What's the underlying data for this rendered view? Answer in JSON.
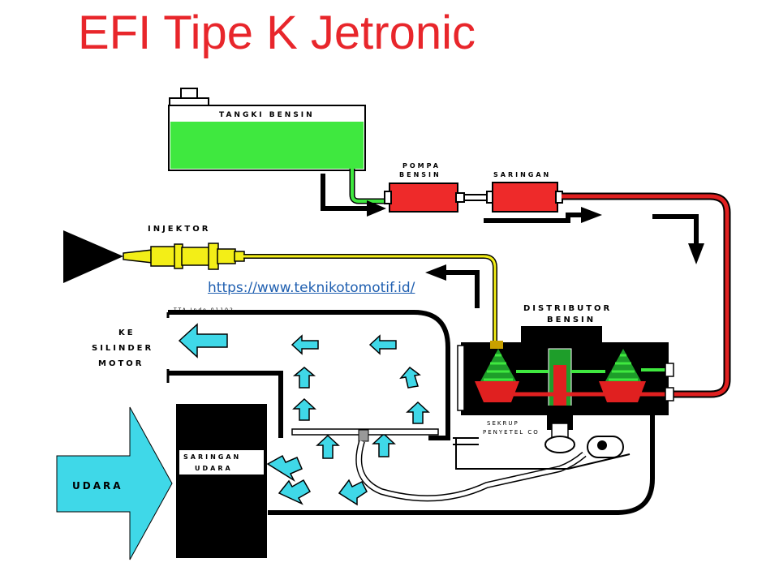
{
  "title": "EFI Tipe K Jetronic",
  "watermark_url": "https://www.teknikotomotif.id/",
  "labels": {
    "fuel_tank": "TANGKI BENSIN",
    "fuel_pump_line1": "POMPA",
    "fuel_pump_line2": "BENSIN",
    "filter": "SARINGAN",
    "injector": "INJEKTOR",
    "distributor_line1": "DISTRIBUTOR",
    "distributor_line2": "BENSIN",
    "to_cylinder_line1": "KE",
    "to_cylinder_line2": "SILINDER",
    "to_cylinder_line3": "MOTOR",
    "air": "UDARA",
    "air_filter_line1": "SARINGAN",
    "air_filter_line2": "UDARA",
    "co_screw_line1": "SEKRUP",
    "co_screw_line2": "PENYETEL CO",
    "small_print": "TTA Indo 01102"
  },
  "colors": {
    "title": "#e8262b",
    "fuel_tank": "#3fe83f",
    "pump": "#ee2a2a",
    "fuel_line": "#e02020",
    "injector": "#f3ee17",
    "air_arrow": "#3fd8e8",
    "link": "#1f5fb0"
  }
}
